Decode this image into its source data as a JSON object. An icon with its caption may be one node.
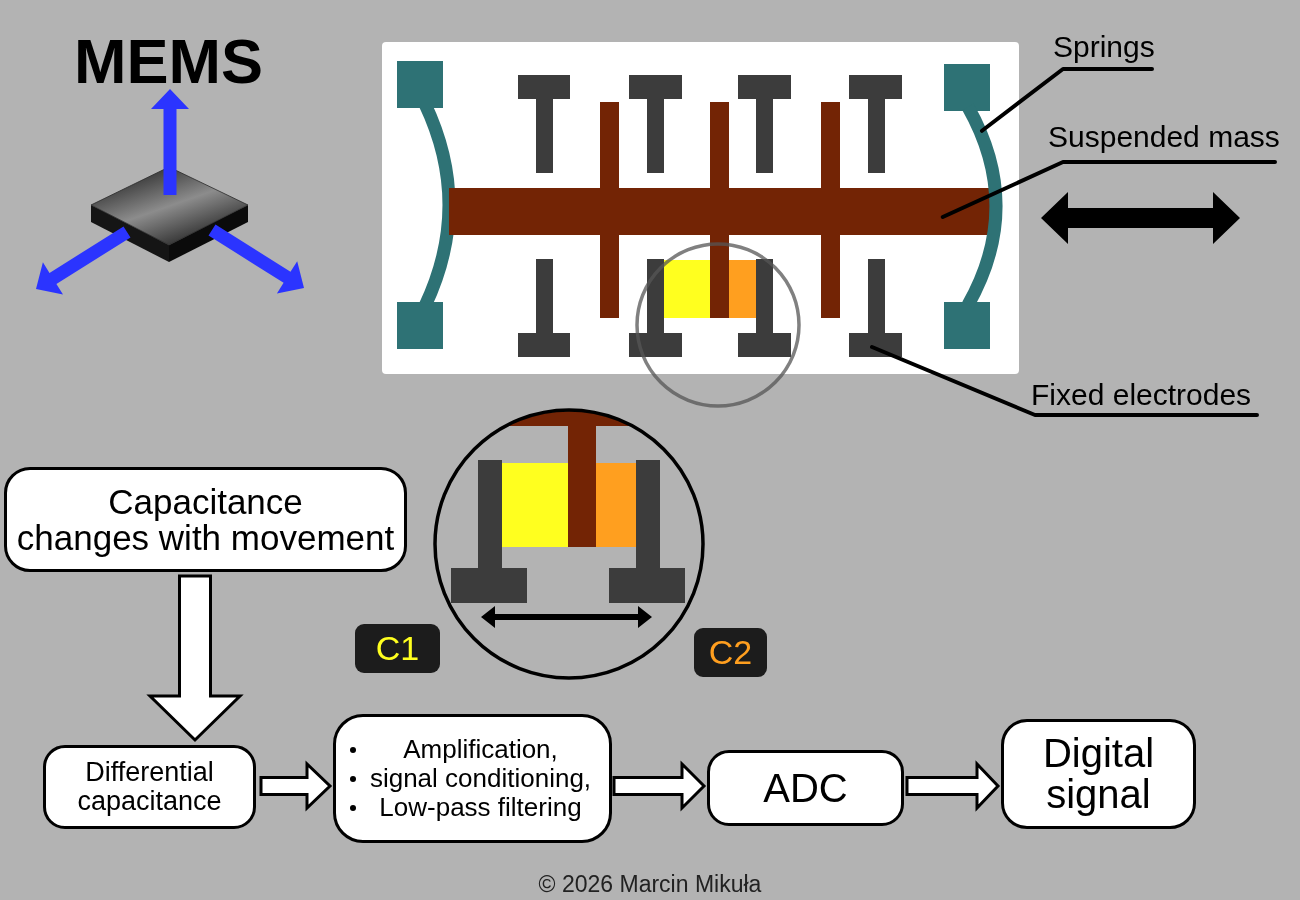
{
  "diagram": {
    "title": "MEMS",
    "nodes": [
      {
        "text": [
          "Springs"
        ]
      },
      {
        "text": [],
        "shape": "arc"
      },
      {
        "text": [
          "Suspended mass"
        ]
      },
      {
        "text": [],
        "shape": "bar"
      },
      {
        "text": [
          "Fixed electrodes"
        ]
      },
      {
        "text": [],
        "shape": "bar"
      },
      {
        "text": [
          "Capacitance changes with movement"
        ]
      },
      {
        "text": [
          "Differential capacitance"
        ]
      },
      {
        "text": [
          "Amplification,",
          "signal conditioning,",
          "Low-pass filtering"
        ]
      },
      {
        "text": [
          "ADC"
        ]
      },
      {
        "text": [
          "Digital signal"
        ]
      },
      {
        "text": [
          "C1"
        ]
      },
      {
        "text": [
          "C2"
        ]
      }
    ],
    "edges": [
      {
        "from": 0,
        "to": 1,
        "arrow": "none"
      },
      {
        "from": 2,
        "to": 3,
        "arrow": "none"
      },
      {
        "from": 4,
        "to": 5,
        "arrow": "none"
      },
      {
        "from": 6,
        "to": 7,
        "arrow": "to"
      },
      {
        "from": 7,
        "to": 8,
        "arrow": "to"
      },
      {
        "from": 8,
        "to": 9,
        "arrow": "to"
      },
      {
        "from": 9,
        "to": 10,
        "arrow": "to"
      }
    ],
    "labels": [
      "© 2026 Marcin Mikuła"
    ]
  }
}
